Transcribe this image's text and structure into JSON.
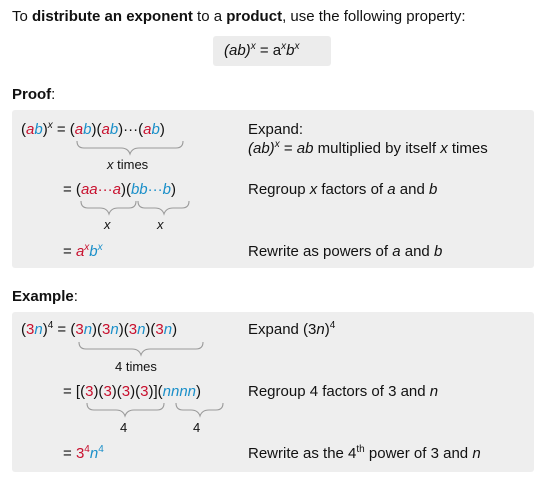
{
  "intro": {
    "p1": "To ",
    "b1": "distribute an exponent",
    "p2": " to a ",
    "b2": "product",
    "p3": ", use the following property:"
  },
  "property": {
    "lhs": "(ab)",
    "exp": "x",
    "eq": " = a",
    "x1": "x",
    "b": "b",
    "x2": "x"
  },
  "proof": {
    "heading": "Proof",
    "colon": ":",
    "row1": {
      "p_open": "(",
      "a": "a",
      "b": "b",
      "p_close": ")",
      "exp": "x",
      "eq": " = (",
      "a1": "a",
      "b1": "b",
      "mid1": ")(",
      "a2": "a",
      "b2": "b",
      "mid2": ")···(",
      "a3": "a",
      "b3": "b",
      "end": ")",
      "note": "x",
      "note_suffix": " times",
      "desc1": "Expand:",
      "desc2_lhs": "(ab)",
      "desc2_exp": "x",
      "desc2_eq": " = ",
      "desc2_ab": "ab",
      "desc2_mid": " multiplied by itself ",
      "desc2_x": "x",
      "desc2_end": " times"
    },
    "row2": {
      "eq": "= (",
      "aa": "aa",
      "dots1": "···",
      "a": "a",
      "mid": ")(",
      "bb": "bb",
      "dots2": "···",
      "b": "b",
      "end": ")",
      "note1": "x",
      "note2": "x",
      "desc_pre": "Regroup ",
      "desc_x": "x",
      "desc_mid": " factors of ",
      "desc_a": "a",
      "desc_and": " and ",
      "desc_b": "b"
    },
    "row3": {
      "eq": "= ",
      "a": "a",
      "x1": "x",
      "b": "b",
      "x2": "x",
      "desc_pre": "Rewrite as powers of ",
      "desc_a": "a",
      "desc_and": " and ",
      "desc_b": "b"
    }
  },
  "example": {
    "heading": "Example",
    "colon": ":",
    "row1": {
      "p_open": "(",
      "three": "3",
      "n": "n",
      "p_close": ")",
      "exp": "4",
      "eq": " = (",
      "t1": "3",
      "n1": "n",
      "m1": ")(",
      "t2": "3",
      "n2": "n",
      "m2": ")(",
      "t3": "3",
      "n3": "n",
      "m3": ")(",
      "t4": "3",
      "n4": "n",
      "end": ")",
      "note": "4 times",
      "desc_pre": "Expand (3",
      "desc_n": "n",
      "desc_close": ")",
      "desc_exp": "4"
    },
    "row2": {
      "eq": "= [(",
      "t1": "3",
      "m1": ")(",
      "t2": "3",
      "m2": ")(",
      "t3": "3",
      "m3": ")(",
      "t4": "3",
      "mid": ")](",
      "nnnn": "nnnn",
      "end": ")",
      "note1": "4",
      "note2": "4",
      "desc_pre": "Regroup 4 factors of 3 and ",
      "desc_n": "n"
    },
    "row3": {
      "eq": "= ",
      "three": "3",
      "exp1": "4",
      "n": "n",
      "exp2": "4",
      "desc_pre": "Rewrite as the 4",
      "desc_th": "th",
      "desc_post": " power of 3 and ",
      "desc_n": "n"
    }
  },
  "colors": {
    "red": "#c8102e",
    "blue": "#1a8fc9",
    "panel": "#eeeeee",
    "brace": "#9a9a9a"
  }
}
